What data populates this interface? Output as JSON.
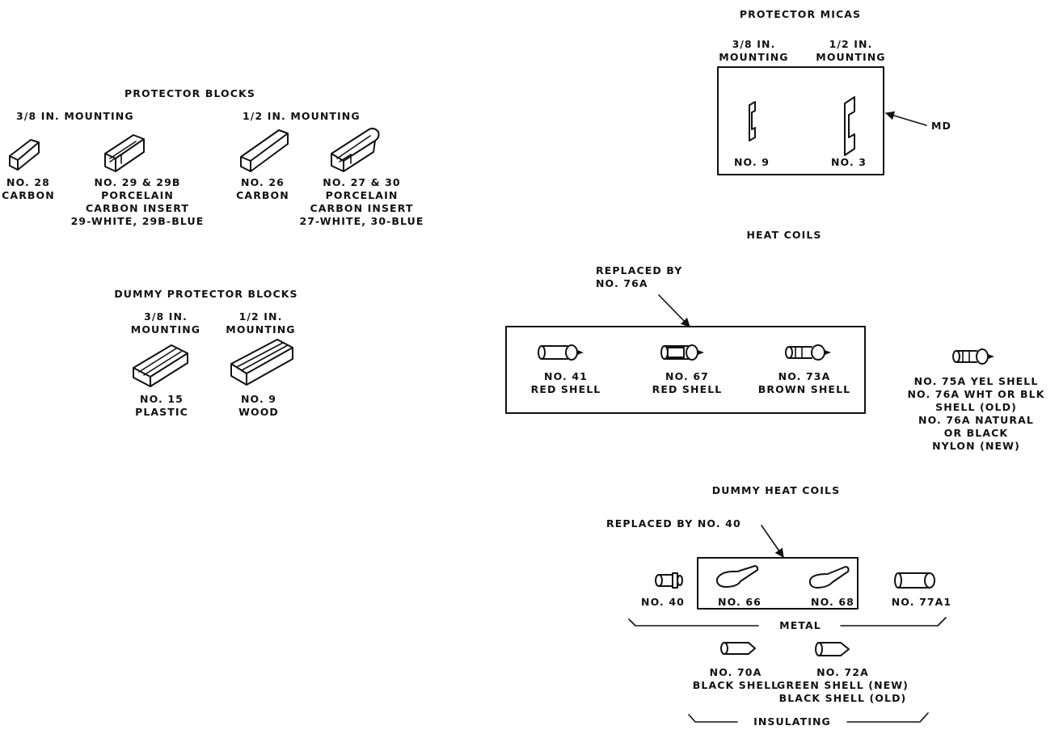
{
  "protector_blocks": {
    "title": "PROTECTOR BLOCKS",
    "mount_38": "3/8 IN. MOUNTING",
    "mount_12": "1/2 IN. MOUNTING",
    "items": [
      {
        "label": "NO. 28\nCARBON"
      },
      {
        "label": "NO. 29 & 29B\nPORCELAIN\nCARBON INSERT\n29-WHITE, 29B-BLUE"
      },
      {
        "label": "NO. 26\nCARBON"
      },
      {
        "label": "NO. 27 & 30\nPORCELAIN\nCARBON INSERT\n27-WHITE, 30-BLUE"
      }
    ]
  },
  "dummy_protector_blocks": {
    "title": "DUMMY PROTECTOR BLOCKS",
    "mount_38": "3/8 IN.\nMOUNTING",
    "mount_12": "1/2 IN.\nMOUNTING",
    "items": [
      {
        "label": "NO. 15\nPLASTIC"
      },
      {
        "label": "NO. 9\nWOOD"
      }
    ]
  },
  "protector_micas": {
    "title": "PROTECTOR MICAS",
    "mount_38": "3/8 IN.\nMOUNTING",
    "mount_12": "1/2 IN.\nMOUNTING",
    "items": [
      {
        "label": "NO. 9"
      },
      {
        "label": "NO. 3"
      }
    ],
    "callout": "MD"
  },
  "heat_coils": {
    "title": "HEAT COILS",
    "replaced_note": "REPLACED BY\nNO. 76A",
    "items": [
      {
        "label": "NO. 41\nRED SHELL"
      },
      {
        "label": "NO. 67\nRED SHELL"
      },
      {
        "label": "NO. 73A\nBROWN SHELL"
      },
      {
        "label": "NO. 75A YEL SHELL\nNO. 76A WHT OR BLK\nSHELL (OLD)\nNO. 76A NATURAL\nOR BLACK\nNYLON (NEW)"
      }
    ]
  },
  "dummy_heat_coils": {
    "title": "DUMMY HEAT COILS",
    "replaced_note": "REPLACED BY NO. 40",
    "items": [
      {
        "label": "NO. 40"
      },
      {
        "label": "NO. 66"
      },
      {
        "label": "NO. 68"
      },
      {
        "label": "NO. 77A1"
      },
      {
        "label": "NO. 70A\nBLACK SHELL"
      },
      {
        "label": "NO. 72A\nGREEN SHELL (NEW)\nBLACK SHELL (OLD)"
      }
    ],
    "group_metal": "METAL",
    "group_insulating": "INSULATING"
  }
}
